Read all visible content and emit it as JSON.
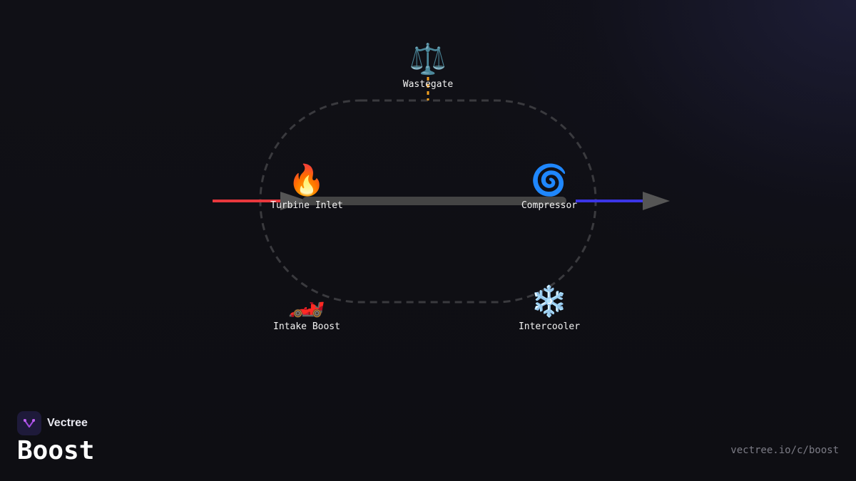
{
  "diagram": {
    "nodes": {
      "wastegate": {
        "label": "Wastegate",
        "icon": "scale-icon",
        "glyph": "⚖️"
      },
      "turbine_inlet": {
        "label": "Turbine Inlet",
        "icon": "fire-icon",
        "glyph": "🔥"
      },
      "compressor": {
        "label": "Compressor",
        "icon": "swirl-icon",
        "glyph": "🌀"
      },
      "intake_boost": {
        "label": "Intake Boost",
        "icon": "race-car-icon",
        "glyph": "🏎️"
      },
      "intercooler": {
        "label": "Intercooler",
        "icon": "snowflake-icon",
        "glyph": "❄️"
      }
    },
    "colors": {
      "exhaust_in": "#e8383d",
      "air_out": "#3b35e6",
      "shaft": "#444444",
      "arrowhead": "#555555",
      "loop": "#3a3a3e",
      "wastegate_link": "#f0a020"
    }
  },
  "brand": {
    "name": "Vectree",
    "title": "Boost",
    "url": "vectree.io/c/boost"
  }
}
